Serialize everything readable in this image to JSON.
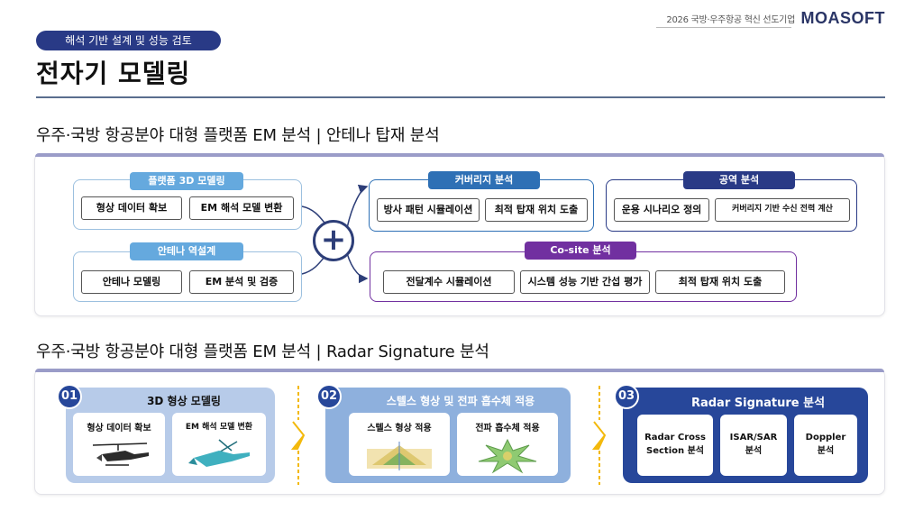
{
  "header": {
    "tagline": "2026 국방·우주항공 혁신 선도기업",
    "logo": "MOASOFT",
    "category_pill": "해석 기반 설계 및 성능 검토",
    "title": "전자기 모델링"
  },
  "section1": {
    "heading": "우주·국방 항공분야 대형 플랫폼 EM 분석 | 안테나 탑재 분석",
    "platform_modeling": {
      "title": "플랫폼 3D 모델링",
      "items": [
        "형상 데이터 확보",
        "EM 해석 모델 변환"
      ]
    },
    "antenna_design": {
      "title": "안테나 역설계",
      "items": [
        "안테나 모델링",
        "EM 분석 및 검증"
      ]
    },
    "plus_symbol": "+",
    "coverage": {
      "title": "커버리지 분석",
      "items": [
        "방사 패턴 시뮬레이션",
        "최적 탑재 위치 도출"
      ]
    },
    "airspace": {
      "title": "공역 분석",
      "items": [
        "운용 시나리오 정의",
        "커버리지 기반 수신 전력 계산"
      ]
    },
    "cosite": {
      "title": "Co-site 분석",
      "items": [
        "전달계수 시뮬레이션",
        "시스템 성능 기반 간섭 평가",
        "최적 탑재 위치 도출"
      ]
    }
  },
  "section2": {
    "heading": "우주·국방 항공분야 대형 플랫폼 EM 분석 | Radar Signature 분석",
    "steps": [
      {
        "num": "01",
        "title": "3D 형상 모델링",
        "cards": [
          "형상 데이터 확보",
          "EM 해석 모델 변환"
        ]
      },
      {
        "num": "02",
        "title": "스텔스 형상 및 전파 흡수체 적용",
        "cards": [
          "스텔스 형상 적용",
          "전파 흡수체 적용"
        ]
      },
      {
        "num": "03",
        "title": "Radar Signature 분석",
        "cards": [
          "Radar Cross Section 분석",
          "ISAR/SAR 분석",
          "Doppler 분석"
        ]
      }
    ]
  },
  "colors": {
    "navy": "#293a86",
    "blue": "#2e70b5",
    "light_blue": "#65a9de",
    "purple": "#7130a0",
    "step1_bg": "#b7cbe9",
    "step2_bg": "#8eb0dd",
    "step3_bg": "#27479a",
    "chevron": "#f3b90c"
  }
}
